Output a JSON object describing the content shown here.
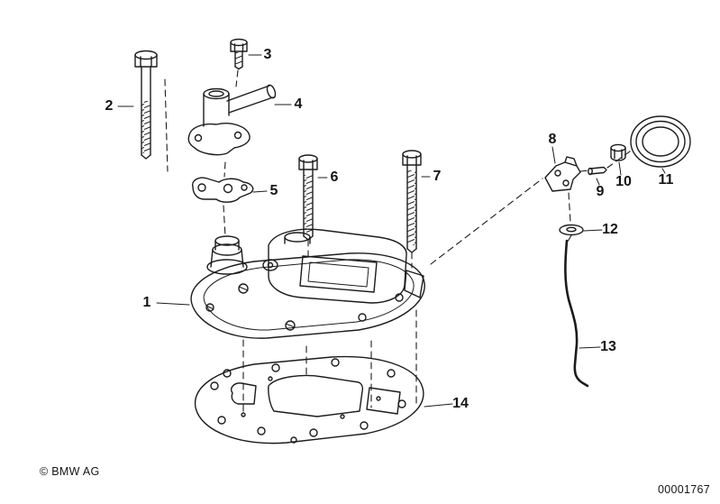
{
  "colors": {
    "line": "#1c1c1c",
    "background": "#ffffff"
  },
  "footer": {
    "copyright": "© BMW AG",
    "document_number": "00001767"
  },
  "diagram": {
    "type": "exploded-parts-diagram",
    "parts": [
      {
        "label": "1"
      },
      {
        "label": "2"
      },
      {
        "label": "3"
      },
      {
        "label": "4"
      },
      {
        "label": "5"
      },
      {
        "label": "6"
      },
      {
        "label": "7"
      },
      {
        "label": "8"
      },
      {
        "label": "9"
      },
      {
        "label": "10"
      },
      {
        "label": "11"
      },
      {
        "label": "12"
      },
      {
        "label": "13"
      },
      {
        "label": "14"
      }
    ]
  }
}
